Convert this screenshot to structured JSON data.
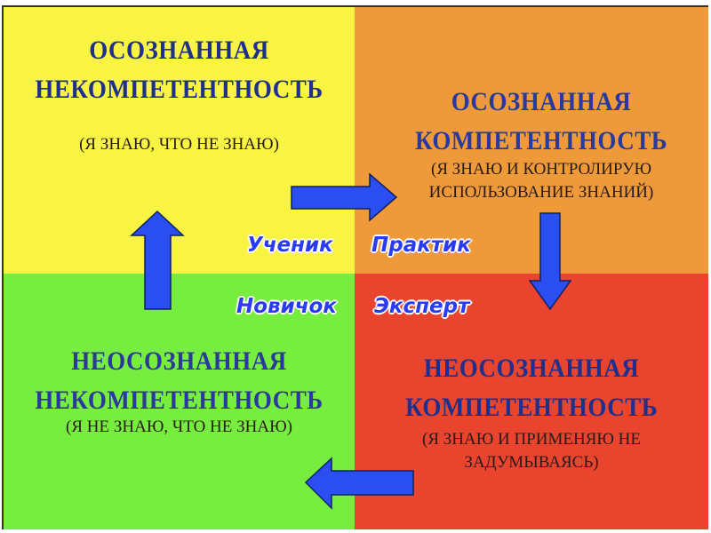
{
  "colors": {
    "yellow": "#f9f444",
    "orange": "#ef9a3a",
    "green": "#77ee3f",
    "red": "#e8442e",
    "arrow": "#2a4ef0",
    "title": "#1f2f8c"
  },
  "quadrants": {
    "conscious_incompetence": {
      "title_line1": "ОСОЗНАННАЯ",
      "title_line2": "НЕКОМПЕТЕНТНОСТЬ",
      "subtitle": "(Я ЗНАЮ, ЧТО НЕ ЗНАЮ)"
    },
    "conscious_competence": {
      "title_line1": "ОСОЗНАННАЯ",
      "title_line2": "КОМПЕТЕНТНОСТЬ",
      "subtitle_line1": "(Я ЗНАЮ И КОНТРОЛИРУЮ",
      "subtitle_line2": "ИСПОЛЬЗОВАНИЕ ЗНАНИЙ)"
    },
    "unconscious_incompetence": {
      "title_line1": "НЕОСОЗНАННАЯ",
      "title_line2": "НЕКОМПЕТЕНТНОСТЬ",
      "subtitle": "(Я НЕ ЗНАЮ, ЧТО НЕ ЗНАЮ)"
    },
    "unconscious_competence": {
      "title_line1": "НЕОСОЗНАННАЯ",
      "title_line2": "КОМПЕТЕНТНОСТЬ",
      "subtitle_line1": "(Я ЗНАЮ И ПРИМЕНЯЮ НЕ",
      "subtitle_line2": "ЗАДУМЫВАЯСЬ)"
    }
  },
  "roles": {
    "student": "Ученик",
    "practitioner": "Практик",
    "novice": "Новичок",
    "expert": "Эксперт"
  }
}
